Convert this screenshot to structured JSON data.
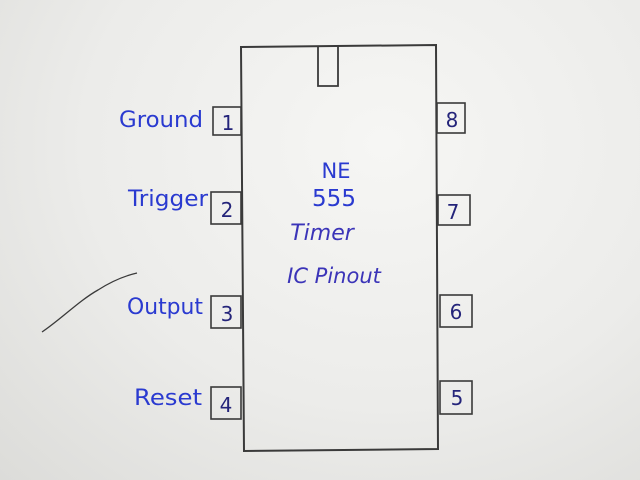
{
  "chip": {
    "line1": "NE",
    "line2": "555",
    "line3": "Timer",
    "line4": "IC Pinout"
  },
  "pins_left": [
    {
      "number": "1",
      "label": "Ground"
    },
    {
      "number": "2",
      "label": "Trigger"
    },
    {
      "number": "3",
      "label": "Output"
    },
    {
      "number": "4",
      "label": "Reset"
    }
  ],
  "pins_right": [
    {
      "number": "8"
    },
    {
      "number": "7"
    },
    {
      "number": "6"
    },
    {
      "number": "5"
    }
  ],
  "colors": {
    "ink_black": "#3a3a3a",
    "ink_blue": "#2a3ad0",
    "ink_purple": "#3b34b8",
    "paper": "#ececea"
  }
}
